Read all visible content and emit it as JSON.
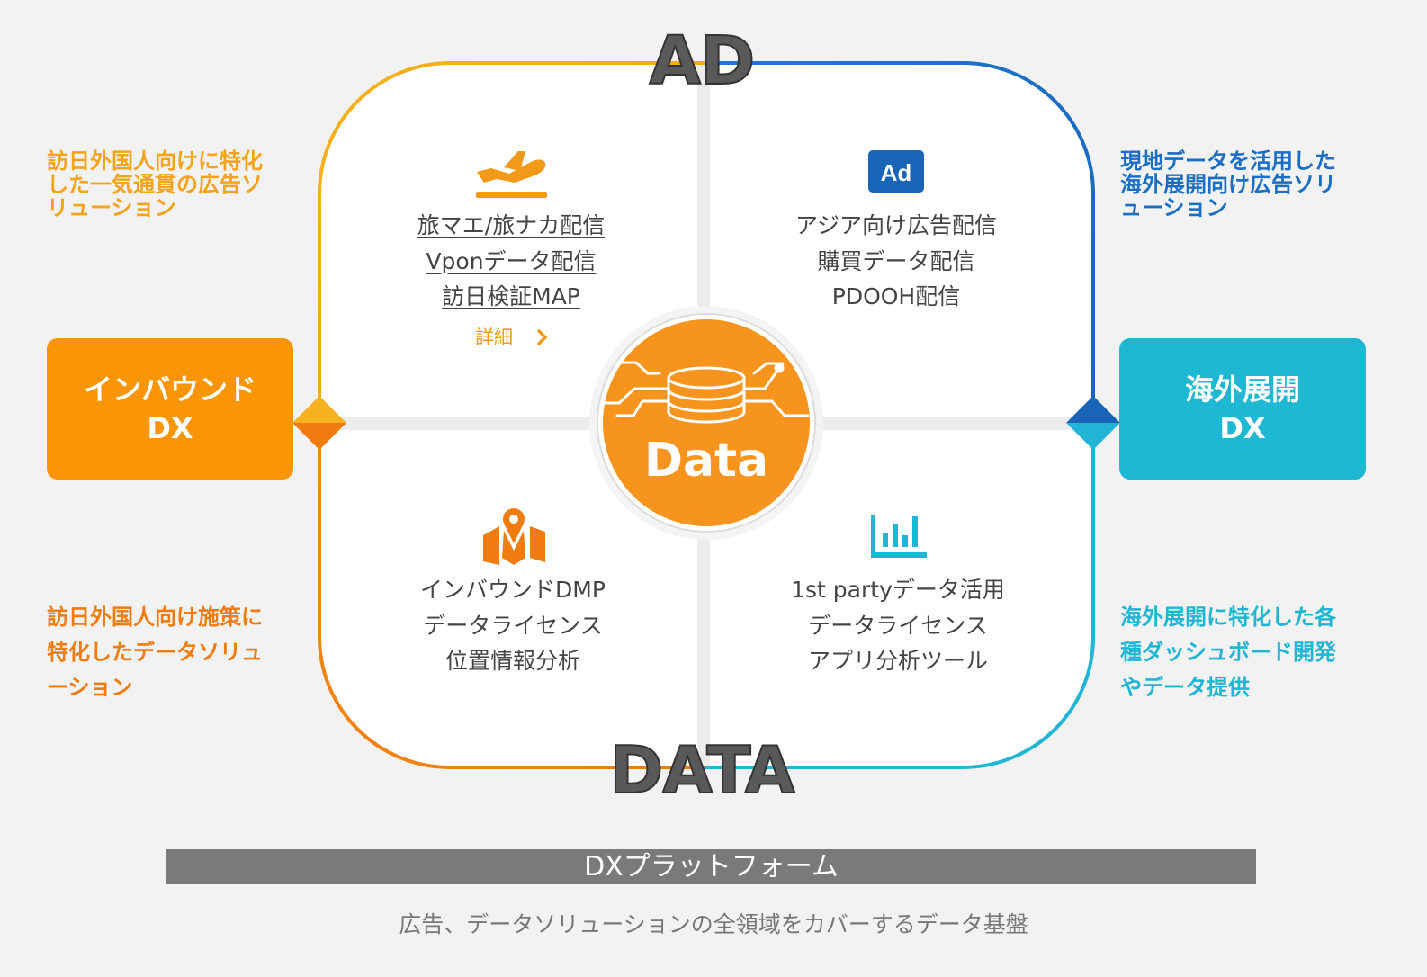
{
  "colors": {
    "inbound_orange": "#f99507",
    "inbound_light": "#f4ac1b",
    "inbound_dark": "#f07b0f",
    "overseas_blue": "#1a6fc4",
    "overseas_cyan": "#1fb5d3",
    "center_orange": "#f7941d",
    "platform_gray": "#7a7a7a"
  },
  "axis_labels": {
    "top": "AD",
    "bottom": "DATA"
  },
  "left": {
    "box": {
      "line1": "インバウンド",
      "line2": "DX"
    },
    "top_desc": [
      "訪日外国人向けに特化",
      "した一気通貫の広告ソ",
      "リューション"
    ],
    "bottom_desc": [
      "訪日外国人向け施策に",
      "特化したデータソリュ",
      "ーション"
    ]
  },
  "right": {
    "box": {
      "line1": "海外展開",
      "line2": "DX"
    },
    "top_desc": [
      "現地データを活用した",
      "海外展開向け広告ソリ",
      "ューション"
    ],
    "bottom_desc": [
      "海外展開に特化した各",
      "種ダッシュボード開発",
      "やデータ提供"
    ]
  },
  "quadrants": {
    "top_left": {
      "icon": "airplane-icon",
      "items": [
        "旅マエ/旅ナカ配信",
        "Vponデータ配信",
        "訪日検証MAP"
      ],
      "details_label": "詳細"
    },
    "top_right": {
      "icon": "ad-icon",
      "icon_text": "Ad",
      "items": [
        "アジア向け広告配信",
        "購買データ配信",
        "PDOOH配信"
      ]
    },
    "bottom_left": {
      "icon": "map-pin-icon",
      "items": [
        "インバウンドDMP",
        "データライセンス",
        "位置情報分析"
      ]
    },
    "bottom_right": {
      "icon": "bar-chart-icon",
      "items": [
        "1st partyデータ活用",
        "データライセンス",
        "アプリ分析ツール"
      ]
    }
  },
  "center": {
    "label": "Data",
    "icon": "database-icon"
  },
  "platform": {
    "title": "DXプラットフォーム",
    "caption": "広告、データソリューションの全領域をカバーするデータ基盤"
  }
}
